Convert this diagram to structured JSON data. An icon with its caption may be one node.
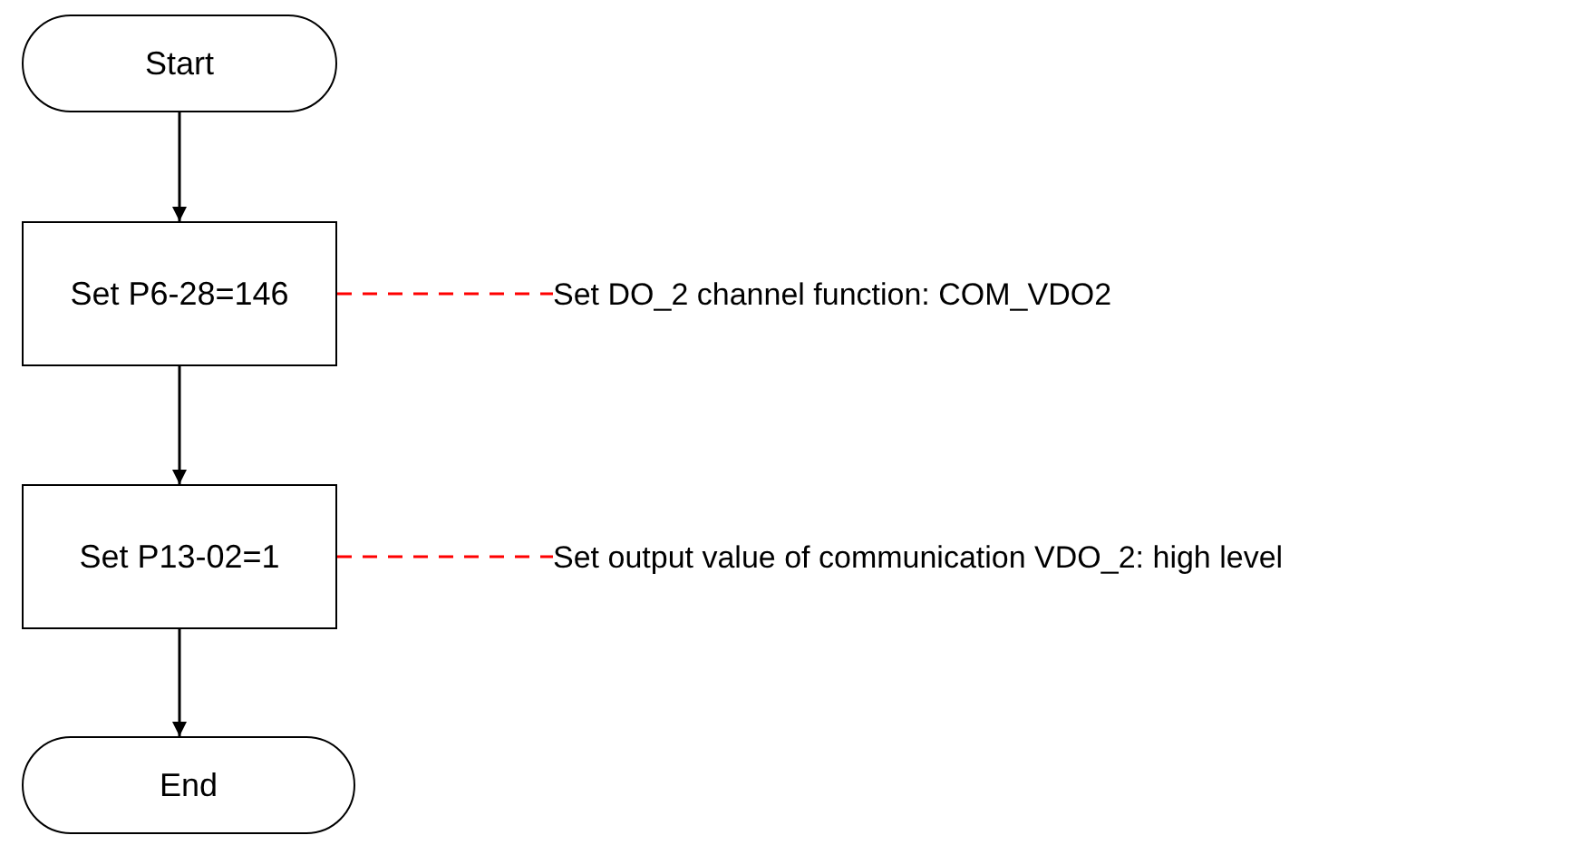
{
  "diagram": {
    "nodes": [
      {
        "text": [
          "Start"
        ]
      },
      {
        "text": [
          "Set P6-28=146"
        ]
      },
      {
        "text": [
          "Set P13-02=1"
        ]
      },
      {
        "text": [
          "End"
        ]
      },
      {
        "text": [
          "Set DO_2 channel function: COM_VDO2"
        ]
      },
      {
        "text": [
          "Set output value of communication VDO_2: high level"
        ]
      }
    ],
    "edges": [
      {
        "from": 0,
        "to": 1,
        "arrow": "to"
      },
      {
        "from": 1,
        "to": 2,
        "arrow": "to"
      },
      {
        "from": 2,
        "to": 3,
        "arrow": "to"
      },
      {
        "from": 1,
        "to": 4,
        "arrow": "none",
        "style": "dashed",
        "color": "#ff0000"
      },
      {
        "from": 2,
        "to": 5,
        "arrow": "none",
        "style": "dashed",
        "color": "#ff0000"
      }
    ]
  }
}
